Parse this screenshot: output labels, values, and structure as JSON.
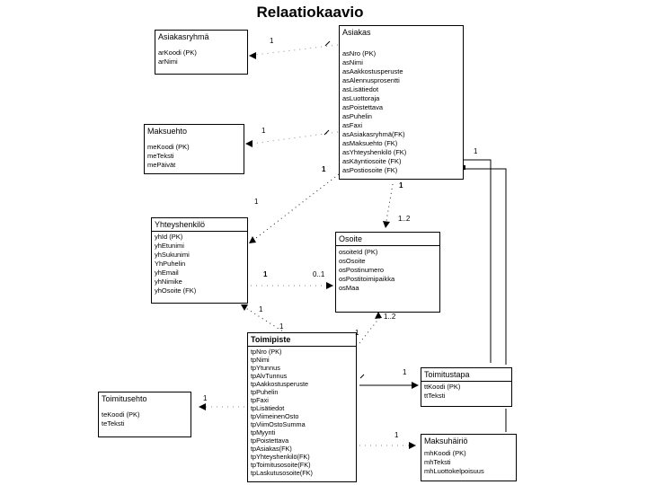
{
  "title": "Relaatiokaavio",
  "colors": {
    "background": "#ffffff",
    "box_border": "#000000",
    "line": "#000000",
    "text": "#000000"
  },
  "entities": [
    {
      "id": "asiakasryhma",
      "title": "Asiakasryhmä",
      "attrs": [
        "arKoodi (PK)",
        "arNimi"
      ]
    },
    {
      "id": "asiakas",
      "title": "Asiakas",
      "attrs": [
        "asNro (PK)",
        "asNimi",
        "asAakkostusperuste",
        "asAlennusprosentti",
        "asLisätiedot",
        "asLuottoraja",
        "asPoistettava",
        "asPuhelin",
        "asFaxi",
        "asAsiakasryhmä(FK)",
        "asMaksuehto (FK)",
        "asYhteyshenkilö (FK)",
        "asKäyntiosoite (FK)",
        "asPostiosoite (FK)"
      ]
    },
    {
      "id": "maksuehto",
      "title": "Maksuehto",
      "attrs": [
        "meKoodi (PK)",
        "meTeksti",
        "mePäivät"
      ]
    },
    {
      "id": "yhteyshenkilo",
      "title": "Yhteyshenkilö",
      "attrs": [
        "yhId (PK)",
        "yhEtunimi",
        "yhSukunimi",
        "YhPuhelin",
        "yhEmail",
        "yhNimike",
        "yhOsoite (FK)"
      ]
    },
    {
      "id": "osoite",
      "title": "Osoite",
      "attrs": [
        "osoiteId (PK)",
        "osOsoite",
        "osPostinumero",
        "osPostitoimipaikka",
        "osMaa"
      ]
    },
    {
      "id": "toimipiste",
      "title": "Toimipiste",
      "attrs": [
        "tpNro (PK)",
        "tpNimi",
        "tpYtunnus",
        "tpAlvTunnus",
        "tpAakkostusperuste",
        "tpPuhelin",
        "tpFaxi",
        "tpLisätiedot",
        "tpViimeinenOsto",
        "tpViimOstoSumma",
        "tpMyynti",
        "tpPoistettava",
        "tpAsiakas(FK)",
        "tpYhteyshenkilö(FK)",
        "tpToimitusosoite(FK)",
        "tpLaskutusosoite(FK)"
      ]
    },
    {
      "id": "toimitustapa",
      "title": "Toimitustapa",
      "attrs": [
        "ttKoodi (PK)",
        "ttTeksti"
      ]
    },
    {
      "id": "maksuhairio",
      "title": "Maksuhäiriö",
      "attrs": [
        "mhKoodi (PK)",
        "mhTeksti",
        "mhLuottokelpoisuus"
      ]
    },
    {
      "id": "toimitusehto",
      "title": "Toimitusehto",
      "attrs": [
        "teKoodi (PK)",
        "teTeksti"
      ]
    }
  ],
  "cardinality_labels": [
    {
      "id": "asiakas-asiakasryhma",
      "text": "1"
    },
    {
      "id": "asiakas-maksuehto",
      "text": "1"
    },
    {
      "id": "asiakas-yhteyshenkilo-near",
      "text": "1"
    },
    {
      "id": "asiakas-yhteyshenkilo-far",
      "text": "1"
    },
    {
      "id": "asiakas-osoite-near",
      "text": "1"
    },
    {
      "id": "asiakas-osoite-far",
      "text": "1..2"
    },
    {
      "id": "yhteyshenkilo-osoite-near",
      "text": "1"
    },
    {
      "id": "yhteyshenkilo-osoite-far",
      "text": "0..1"
    },
    {
      "id": "toimipiste-yhteyshenkilo-far",
      "text": "1"
    },
    {
      "id": "toimipiste-yhteyshenkilo-near",
      "text": "1"
    },
    {
      "id": "toimipiste-osoite-near",
      "text": "1"
    },
    {
      "id": "toimipiste-osoite-far",
      "text": "1..2"
    },
    {
      "id": "asiakas-right",
      "text": "1"
    },
    {
      "id": "toimipiste-toimitustapa",
      "text": "1"
    },
    {
      "id": "toimipiste-maksuhairio",
      "text": "1"
    },
    {
      "id": "toimipiste-toimitusehto",
      "text": "1"
    }
  ]
}
